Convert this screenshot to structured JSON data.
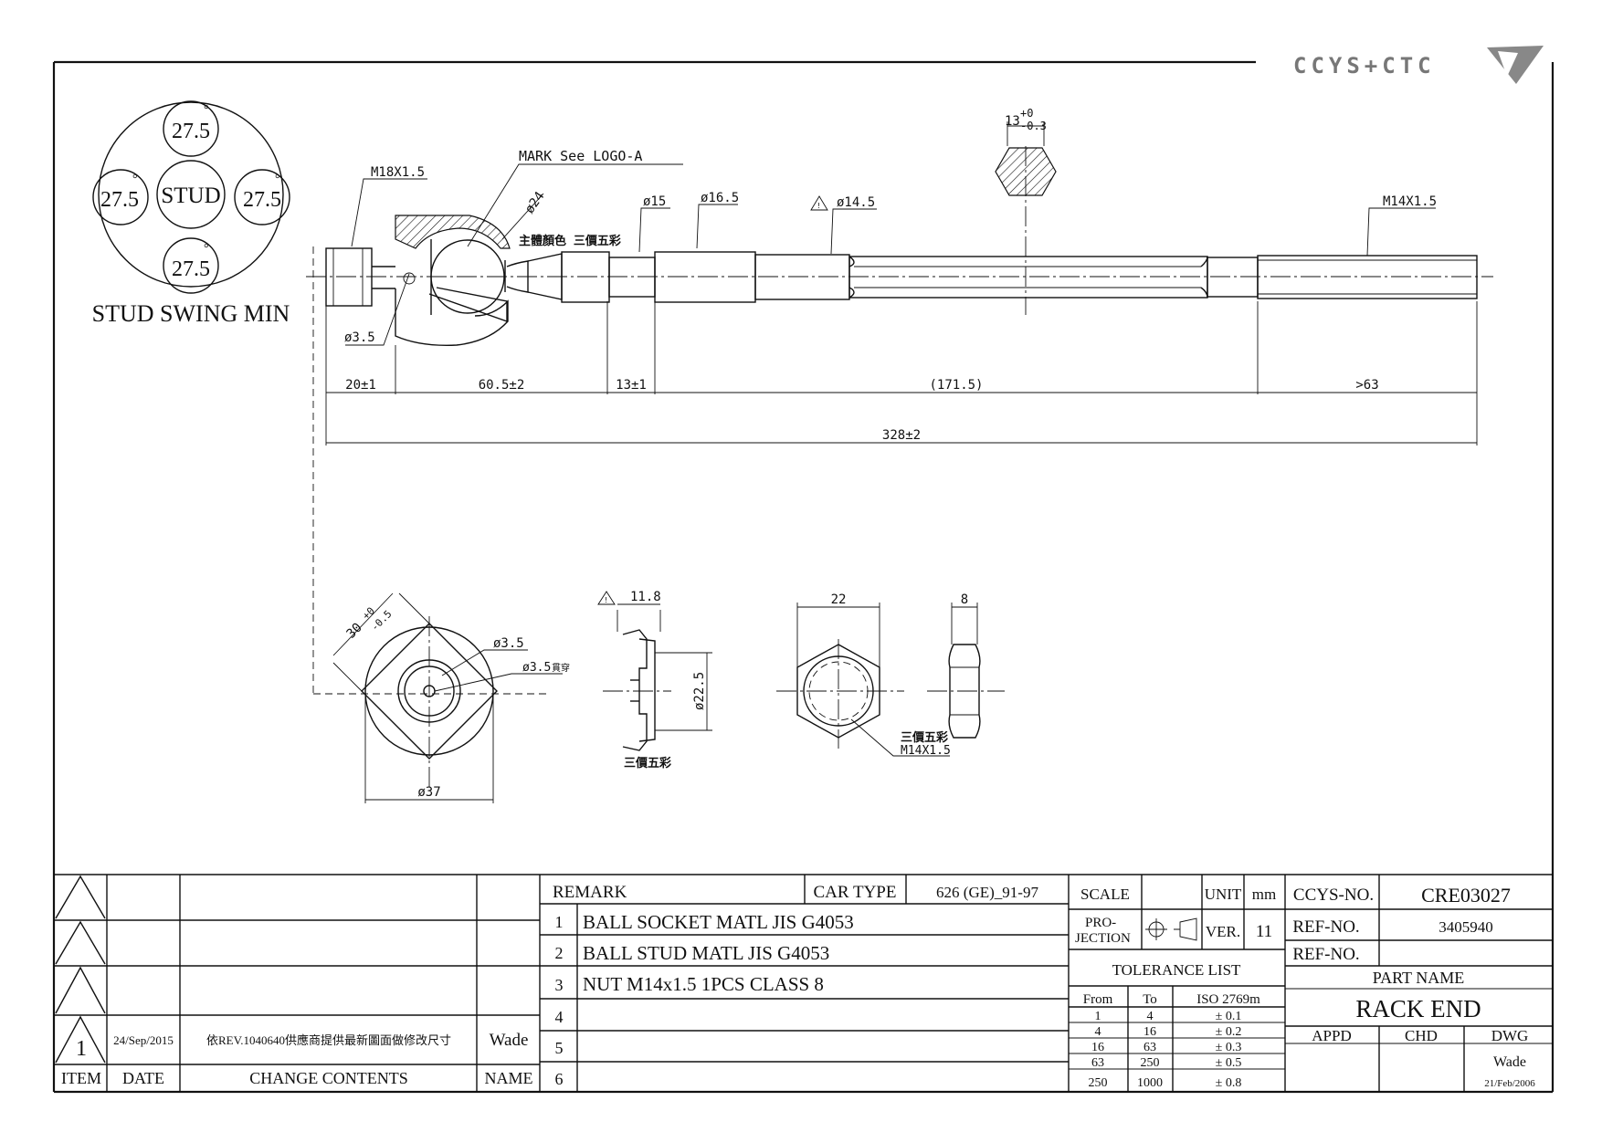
{
  "logo": {
    "text": "CCYS+CTC"
  },
  "stud_swing": {
    "center": "STUD",
    "angle": "27.5",
    "deg": "°",
    "caption": "STUD SWING MIN"
  },
  "labels": {
    "m18": "M18X1.5",
    "mark": "MARK See LOGO-A",
    "d24": "ø24",
    "body_color": "主體顏色 三價五彩",
    "d15": "ø15",
    "d165": "ø16.5",
    "d145": "ø14.5",
    "hex_base": "13",
    "hex_tol_up": "+0",
    "hex_tol_dn": "-0.3",
    "m14": "M14X1.5",
    "d35": "ø3.5",
    "dim_20": "20±1",
    "dim_605": "60.5±2",
    "dim_13": "13±1",
    "dim_1715": "(171.5)",
    "dim_63": ">63",
    "dim_328": "328±2",
    "view_30": "30",
    "view_30_up": "+0",
    "view_30_dn": "-0.5",
    "view_d35": "ø3.5",
    "view_d35b": "ø3.5",
    "view_d35b_suffix": "貫穿",
    "view_d37": "ø37",
    "boot_118": "11.8",
    "boot_225": "ø22.5",
    "boot_color": "三價五彩",
    "nut_22": "22",
    "nut_8": "8",
    "nut_color": "三價五彩",
    "nut_m14": "M14X1.5"
  },
  "revision": {
    "item": "1",
    "date": "24/Sep/2015",
    "contents": "依REV.1040640供應商提供最新圖面做修改尺寸",
    "name": "Wade",
    "headers": {
      "item": "ITEM",
      "date": "DATE",
      "contents": "CHANGE CONTENTS",
      "name": "NAME"
    }
  },
  "remarks": {
    "header": "REMARK",
    "car_type_label": "CAR TYPE",
    "car_type": "626 (GE)_91-97",
    "rows": [
      {
        "no": "1",
        "text": "BALL SOCKET MATL JIS G4053"
      },
      {
        "no": "2",
        "text": "BALL STUD MATL JIS G4053"
      },
      {
        "no": "3",
        "text": "NUT M14x1.5 1PCS CLASS 8"
      },
      {
        "no": "4",
        "text": ""
      },
      {
        "no": "5",
        "text": ""
      },
      {
        "no": "6",
        "text": ""
      }
    ]
  },
  "scale_block": {
    "scale": "SCALE",
    "unit_label": "UNIT",
    "unit": "mm",
    "projection_1": "PRO-",
    "projection_2": "JECTION",
    "ver_label": "VER.",
    "ver": "11"
  },
  "tolerance": {
    "title": "TOLERANCE LIST",
    "headers": [
      "From",
      "To",
      "ISO 2769m"
    ],
    "rows": [
      [
        "1",
        "4",
        "± 0.1"
      ],
      [
        "4",
        "16",
        "± 0.2"
      ],
      [
        "16",
        "63",
        "± 0.3"
      ],
      [
        "63",
        "250",
        "± 0.5"
      ],
      [
        "250",
        "1000",
        "± 0.8"
      ]
    ]
  },
  "title_block": {
    "ccys_label": "CCYS-NO.",
    "ccys_no": "CRE03027",
    "ref_label": "REF-NO.",
    "ref_no": "3405940",
    "ref_label2": "REF-NO.",
    "ref_no2": "",
    "part_name_label": "PART NAME",
    "part_name": "RACK END",
    "appd": "APPD",
    "chd": "CHD",
    "dwg": "DWG",
    "dwg_by": "Wade",
    "dwg_date": "21/Feb/2006"
  }
}
